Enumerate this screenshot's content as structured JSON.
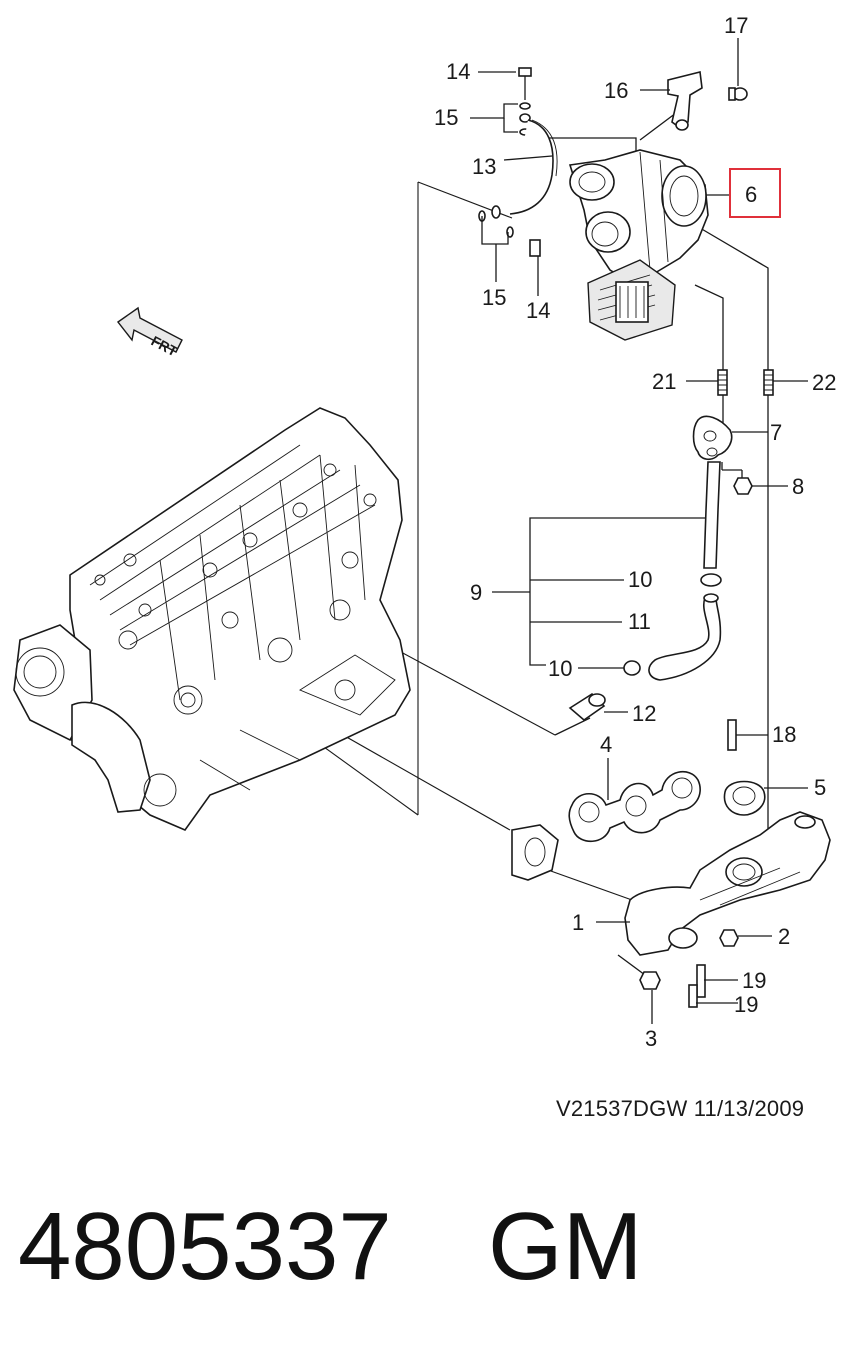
{
  "callouts": {
    "c1": "1",
    "c2": "2",
    "c3": "3",
    "c4": "4",
    "c5": "5",
    "c6": "6",
    "c7": "7",
    "c8": "8",
    "c9": "9",
    "c10a": "10",
    "c10b": "10",
    "c11": "11",
    "c12": "12",
    "c13": "13",
    "c14a": "14",
    "c14b": "14",
    "c15a": "15",
    "c15b": "15",
    "c16": "16",
    "c17": "17",
    "c18": "18",
    "c19a": "19",
    "c19b": "19",
    "c21": "21",
    "c22": "22"
  },
  "front_arrow_label": "FRT",
  "reference_code": "V21537DGW  11/13/2009",
  "part_number": "4805337",
  "brand": "GM",
  "highlight_color": "#e0303a"
}
